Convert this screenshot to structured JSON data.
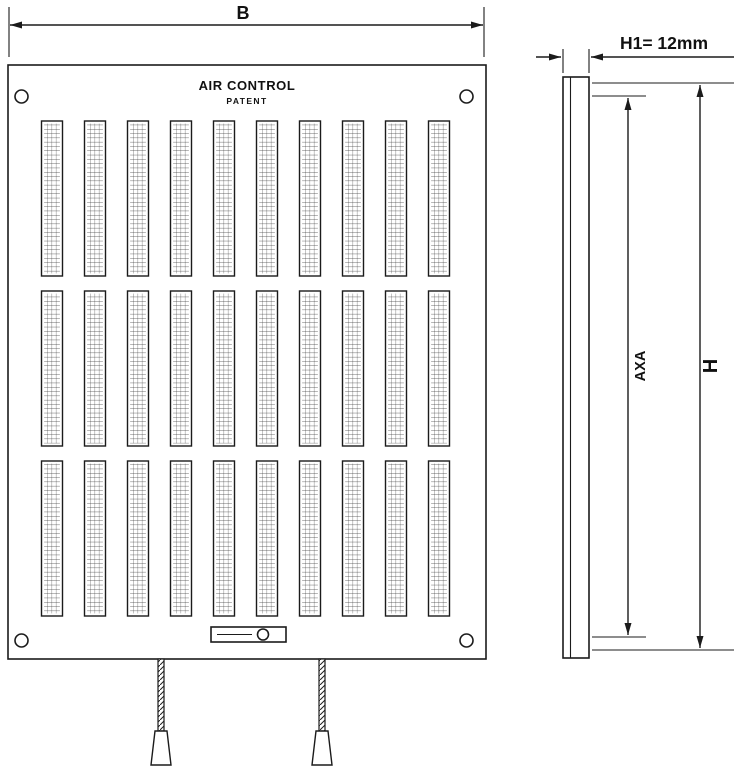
{
  "diagram": {
    "type": "technical-drawing",
    "product": "ventilation-grille",
    "front_view": {
      "brand": "AIR CONTROL",
      "patent_text": "PATENT",
      "width_dimension_label": "B",
      "vent_grid": {
        "rows": 3,
        "columns": 10
      },
      "corner_screw_holes": 4,
      "pull_cords": 2
    },
    "side_view": {
      "thickness_dimension_label": "H1= 12mm",
      "vent_area_dimension_label": "AXA",
      "overall_height_dimension_label": "H"
    },
    "colors": {
      "line": "#1b1b1b",
      "background": "#ffffff"
    }
  }
}
